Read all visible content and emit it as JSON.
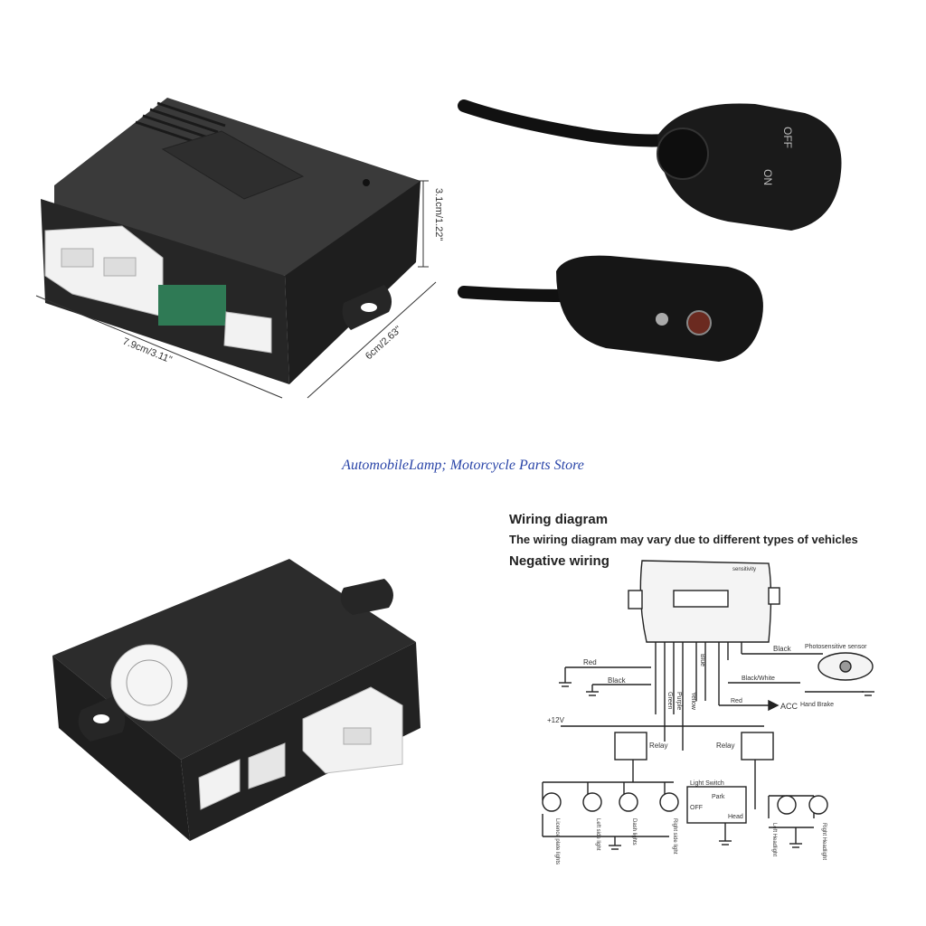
{
  "store_name": "AutomobileLamp; Motorcycle Parts Store",
  "dimensions": {
    "height": "3.1cm/1.22\"",
    "length": "7.9cm/3.11\"",
    "width": "6cm/2.63\""
  },
  "switch_labels": {
    "on": "ON",
    "off": "OFF"
  },
  "wiring": {
    "title": "Wiring diagram",
    "subtitle": "The wiring diagram may vary due to different types of vehicles",
    "negative": "Negative wiring",
    "sensitivity": "sensitivity",
    "photosensor": "Photosensitive sensor",
    "wires": {
      "red": "Red",
      "black": "Black",
      "green": "Green",
      "purple": "Purple",
      "yellow": "Yellow",
      "blue": "Blue",
      "black_white": "Black/White",
      "red2": "Red",
      "black2": "Black"
    },
    "acc": "ACC",
    "hand_brake": "Hand Brake",
    "plus12": "+12V",
    "relay": "Relay",
    "light_switch": "Light Switch",
    "park": "Park",
    "off": "OFF",
    "head": "Head",
    "bulbs": {
      "licence": "Licence plate lights",
      "left_side": "Left side light",
      "dash": "Dash lights",
      "right_side": "Right side light",
      "left_head": "Left Headlight",
      "right_head": "Right Headlight"
    }
  },
  "colors": {
    "device": "#2b2b2b",
    "store_text": "#2a45a8",
    "connector": "#f2f2f2"
  }
}
